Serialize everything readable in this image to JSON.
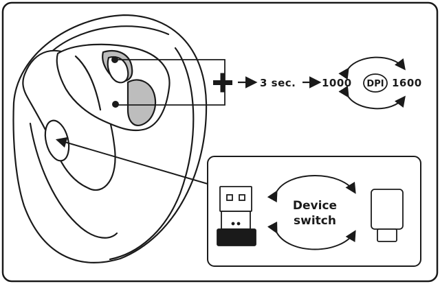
{
  "step": {
    "plus": "+",
    "duration": "3 sec.",
    "dpi_low": "1000",
    "dpi_badge": "DPI",
    "dpi_high": "1600"
  },
  "device_switch": {
    "line1": "Device",
    "line2": "switch"
  },
  "colors": {
    "ink": "#1a1a1a",
    "paper": "#ffffff",
    "shade": "#bdbdbd"
  }
}
